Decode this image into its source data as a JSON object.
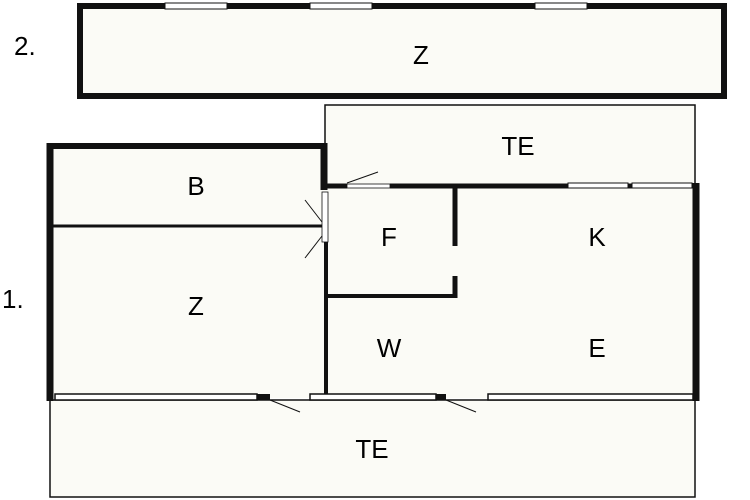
{
  "colors": {
    "wall": "#111111",
    "floor_fill": "#fbfbf6",
    "background": "#ffffff",
    "window": "#ffffff"
  },
  "floors": [
    {
      "label": "2.",
      "rooms": [
        {
          "id": "z-upper",
          "label": "Z"
        }
      ]
    },
    {
      "label": "1.",
      "rooms": [
        {
          "id": "te-upper-terrace",
          "label": "TE"
        },
        {
          "id": "b",
          "label": "B"
        },
        {
          "id": "f",
          "label": "F"
        },
        {
          "id": "k",
          "label": "K"
        },
        {
          "id": "z-lower",
          "label": "Z"
        },
        {
          "id": "w",
          "label": "W"
        },
        {
          "id": "e",
          "label": "E"
        },
        {
          "id": "te-lower-terrace",
          "label": "TE"
        }
      ]
    }
  ]
}
